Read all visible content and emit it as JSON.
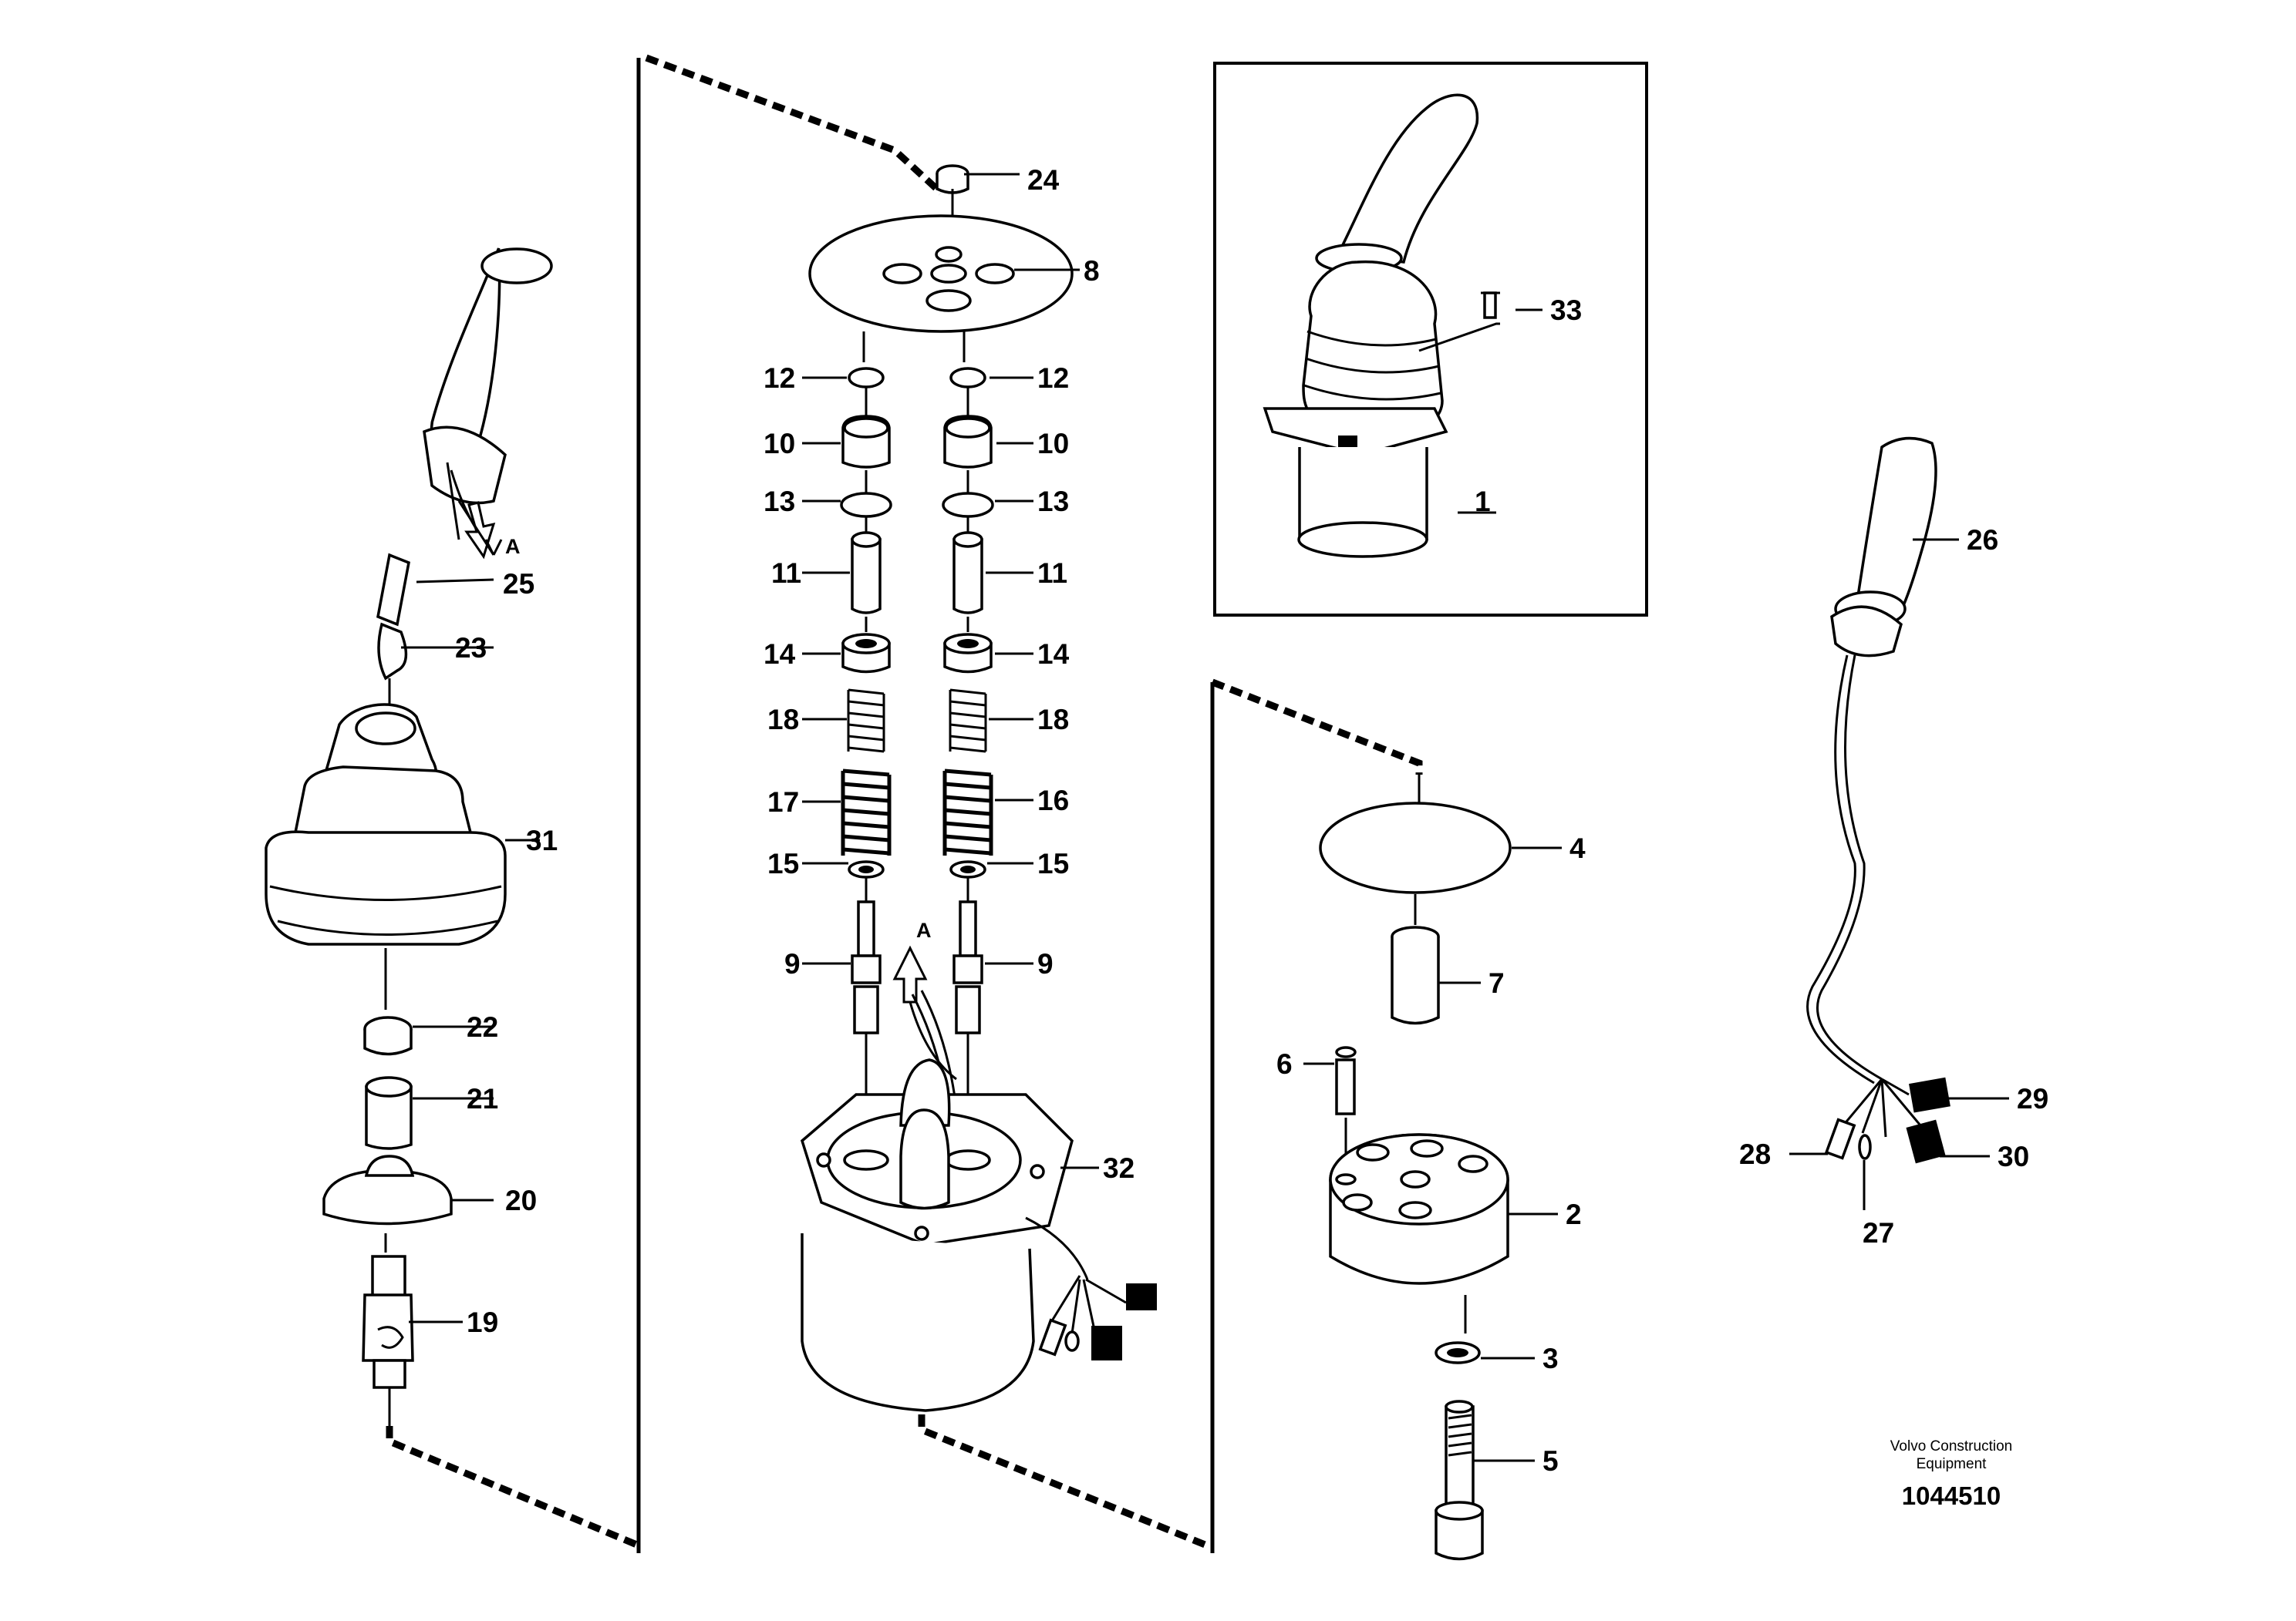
{
  "callouts": {
    "c1": "1",
    "c2": "2",
    "c3": "3",
    "c4": "4",
    "c5": "5",
    "c6": "6",
    "c7": "7",
    "c8": "8",
    "c9a": "9",
    "c9b": "9",
    "c10a": "10",
    "c10b": "10",
    "c11a": "11",
    "c11b": "11",
    "c12a": "12",
    "c12b": "12",
    "c13a": "13",
    "c13b": "13",
    "c14a": "14",
    "c14b": "14",
    "c15a": "15",
    "c15b": "15",
    "c16": "16",
    "c17": "17",
    "c18a": "18",
    "c18b": "18",
    "c19": "19",
    "c20": "20",
    "c21": "21",
    "c22": "22",
    "c23": "23",
    "c24": "24",
    "c25": "25",
    "c26": "26",
    "c27": "27",
    "c28": "28",
    "c29": "29",
    "c30": "30",
    "c31": "31",
    "c32": "32",
    "c33": "33",
    "view_a_left": "A",
    "view_a_center": "A"
  },
  "footer": {
    "brand_line1": "Volvo Construction",
    "brand_line2": "Equipment",
    "drawing_number": "1044510"
  }
}
